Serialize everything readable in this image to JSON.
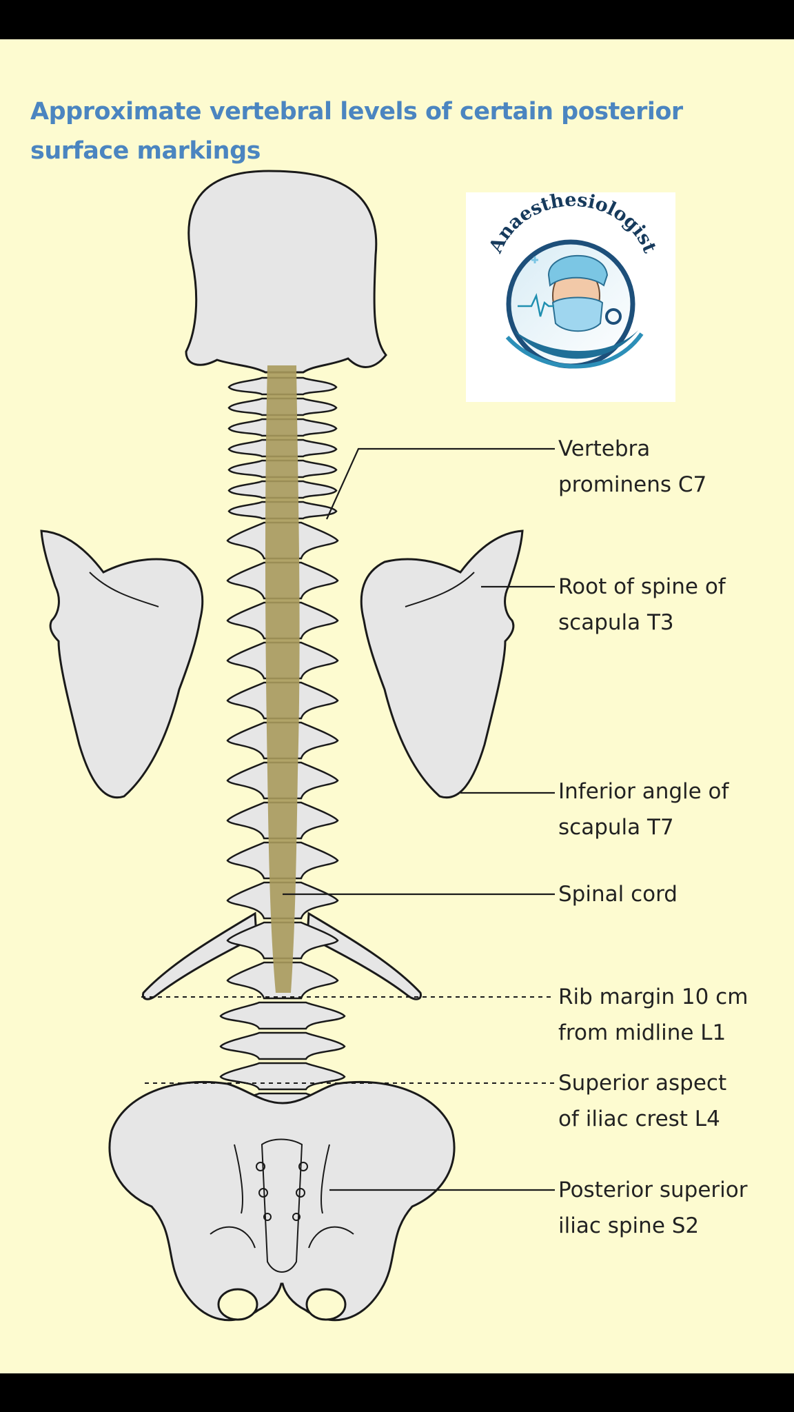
{
  "title": {
    "line1": "Approximate vertebral levels of certain posterior",
    "line2": "surface markings"
  },
  "logo": {
    "text": "Anaesthesiologist"
  },
  "labels": [
    {
      "line1": "Vertebra",
      "line2": "prominens C7"
    },
    {
      "line1": "Root of spine of",
      "line2": "scapula T3"
    },
    {
      "line1": "Inferior angle of",
      "line2": "scapula T7"
    },
    {
      "line1": "Spinal cord",
      "line2": ""
    },
    {
      "line1": "Rib margin 10 cm",
      "line2": "from midline L1"
    },
    {
      "line1": "Superior aspect",
      "line2": "of iliac crest L4"
    },
    {
      "line1": "Posterior superior",
      "line2": "iliac spine S2"
    }
  ],
  "colors": {
    "background": "#fdfbd0",
    "title": "#4b85c0",
    "bone_fill": "#e6e6e6",
    "bone_stroke": "#1a1a1a",
    "spinal_cord": "#a89a5c"
  }
}
